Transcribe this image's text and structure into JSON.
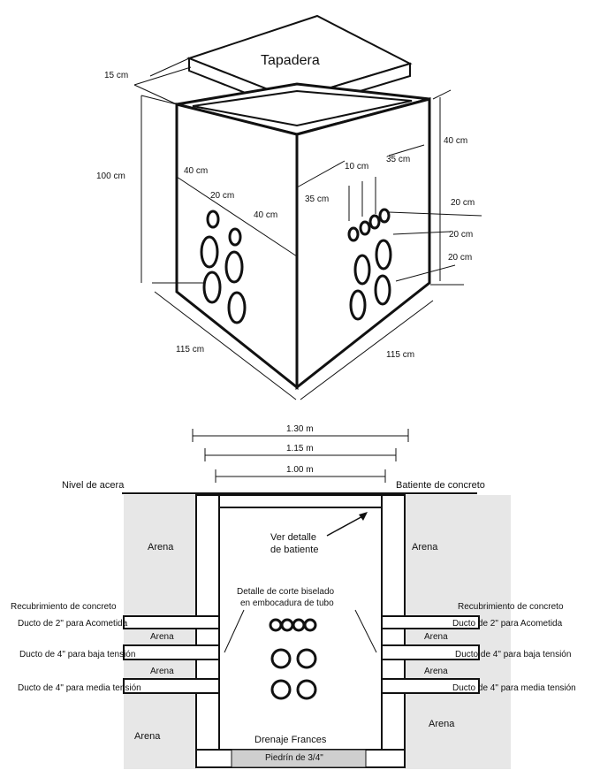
{
  "top_view": {
    "lid_label": "Tapadera",
    "lid_thickness": "15 cm",
    "height": "100 cm",
    "top_offset_right": "40 cm",
    "left_hole_top": "40 cm",
    "left_hole_gap": "20 cm",
    "left_hole_side": "40 cm",
    "right_small_gap": "10 cm",
    "right_top_35": "35 cm",
    "right_left_35": "35 cm",
    "right_20_a": "20 cm",
    "right_20_b": "20 cm",
    "right_20_c": "20 cm",
    "width_left": "115 cm",
    "width_right": "115 cm"
  },
  "section_view": {
    "dim_outer": "1.30 m",
    "dim_mid": "1.15 m",
    "dim_inner": "1.00 m",
    "nivel_acera": "Nivel de acera",
    "batiente": "Batiente de concreto",
    "ver_detalle_1": "Ver detalle",
    "ver_detalle_2": "de batiente",
    "arena": "Arena",
    "detalle_corte_1": "Detalle de corte biselado",
    "detalle_corte_2": "en embocadura de tubo",
    "recubrimiento": "Recubrimiento de concreto",
    "ducto_2": "Ducto de 2\" para Acometida",
    "ducto_4_baja": "Ducto de 4\" para baja tensión",
    "ducto_4_media": "Ducto de 4\" para media tensión",
    "drenaje": "Drenaje Frances",
    "piedrin": "Piedrín de 3/4\""
  }
}
